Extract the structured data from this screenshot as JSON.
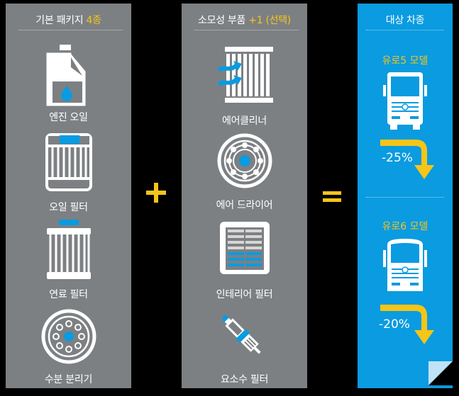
{
  "panels": {
    "basic": {
      "title": "기본 패키지",
      "title_highlight": "4종",
      "items": [
        {
          "label": "엔진 오일",
          "icon": "oil-jug-icon"
        },
        {
          "label": "오일 필터",
          "icon": "oil-filter-icon"
        },
        {
          "label": "연료 필터",
          "icon": "fuel-filter-icon"
        },
        {
          "label": "수분 분리기",
          "icon": "water-separator-icon"
        }
      ]
    },
    "consumables": {
      "title": "소모성 부품",
      "title_highlight": "+1 (선택)",
      "items": [
        {
          "label": "에어클리너",
          "icon": "air-cleaner-icon"
        },
        {
          "label": "에어 드라이어",
          "icon": "air-dryer-icon"
        },
        {
          "label": "인테리어 필터",
          "icon": "interior-filter-icon"
        },
        {
          "label": "요소수 필터",
          "icon": "urea-filter-icon"
        }
      ]
    },
    "target": {
      "title": "대상 차종",
      "models": [
        {
          "label": "유로5 모델",
          "change": "-25%"
        },
        {
          "label": "유로6 모델",
          "change": "-20%"
        }
      ]
    }
  },
  "operators": {
    "plus": "+",
    "equals": "="
  },
  "colors": {
    "panel_gray": "#7d8083",
    "panel_blue": "#0a9be0",
    "accent_yellow": "#f5c518",
    "icon_blue": "#0a9be0",
    "fold": "#bfe3f7"
  }
}
